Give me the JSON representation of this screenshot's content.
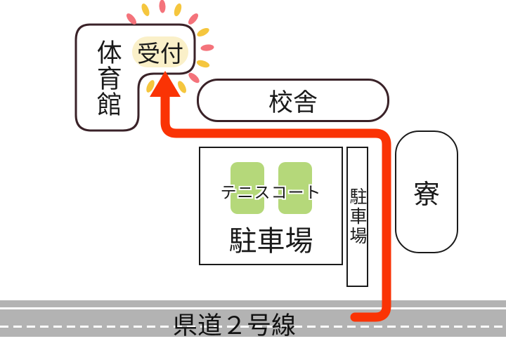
{
  "buildings": {
    "gymnasium": {
      "label": "体育館"
    },
    "reception": {
      "label": "受付"
    },
    "school": {
      "label": "校舎"
    },
    "tennis_lot": {
      "tennis_label": "テニスコート",
      "parking_label": "駐車場"
    },
    "side_lot": {
      "label": "駐車場"
    },
    "dorm": {
      "label": "寮"
    }
  },
  "road": {
    "label": "県道２号線"
  },
  "colors": {
    "route": "#fa3305",
    "court": "#b5d87a",
    "badge": "#faf0c9",
    "rayPink": "#f4737b",
    "rayYellow": "#f5c63e",
    "road": "#b3b3b3",
    "outline": "#3a2228"
  }
}
